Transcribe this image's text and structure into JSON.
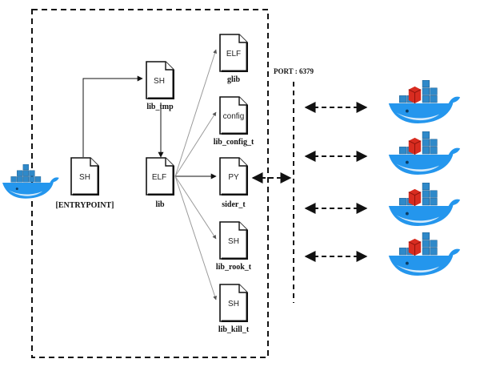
{
  "colors": {
    "whale": "#2496ed",
    "whale_light": "#e8f3fc",
    "cube": "#2f89c9",
    "redis_box": "#d82c20",
    "line": "#222222",
    "gray_line": "#9a9a9a"
  },
  "entrypoint": {
    "doc_label": "SH",
    "caption": "[ENTRYPOINT]"
  },
  "lib_tmp": {
    "doc_label": "SH",
    "caption": "lib_tmp"
  },
  "lib": {
    "doc_label": "ELF",
    "caption": "lib"
  },
  "glib": {
    "doc_label": "ELF",
    "caption": "glib"
  },
  "lib_config_t": {
    "doc_label": "config",
    "caption": "lib_config_t"
  },
  "sider_t": {
    "doc_label": "PY",
    "caption": "sider_t"
  },
  "lib_rook_t": {
    "doc_label": "SH",
    "caption": "lib_rook_t"
  },
  "lib_kill_t": {
    "doc_label": "SH",
    "caption": "lib_kill_t"
  },
  "port_label": "PORT : 6379",
  "left_whale_icon": "docker-whale-icon",
  "redis_containers": [
    "docker-redis-whale-icon",
    "docker-redis-whale-icon",
    "docker-redis-whale-icon",
    "docker-redis-whale-icon"
  ]
}
